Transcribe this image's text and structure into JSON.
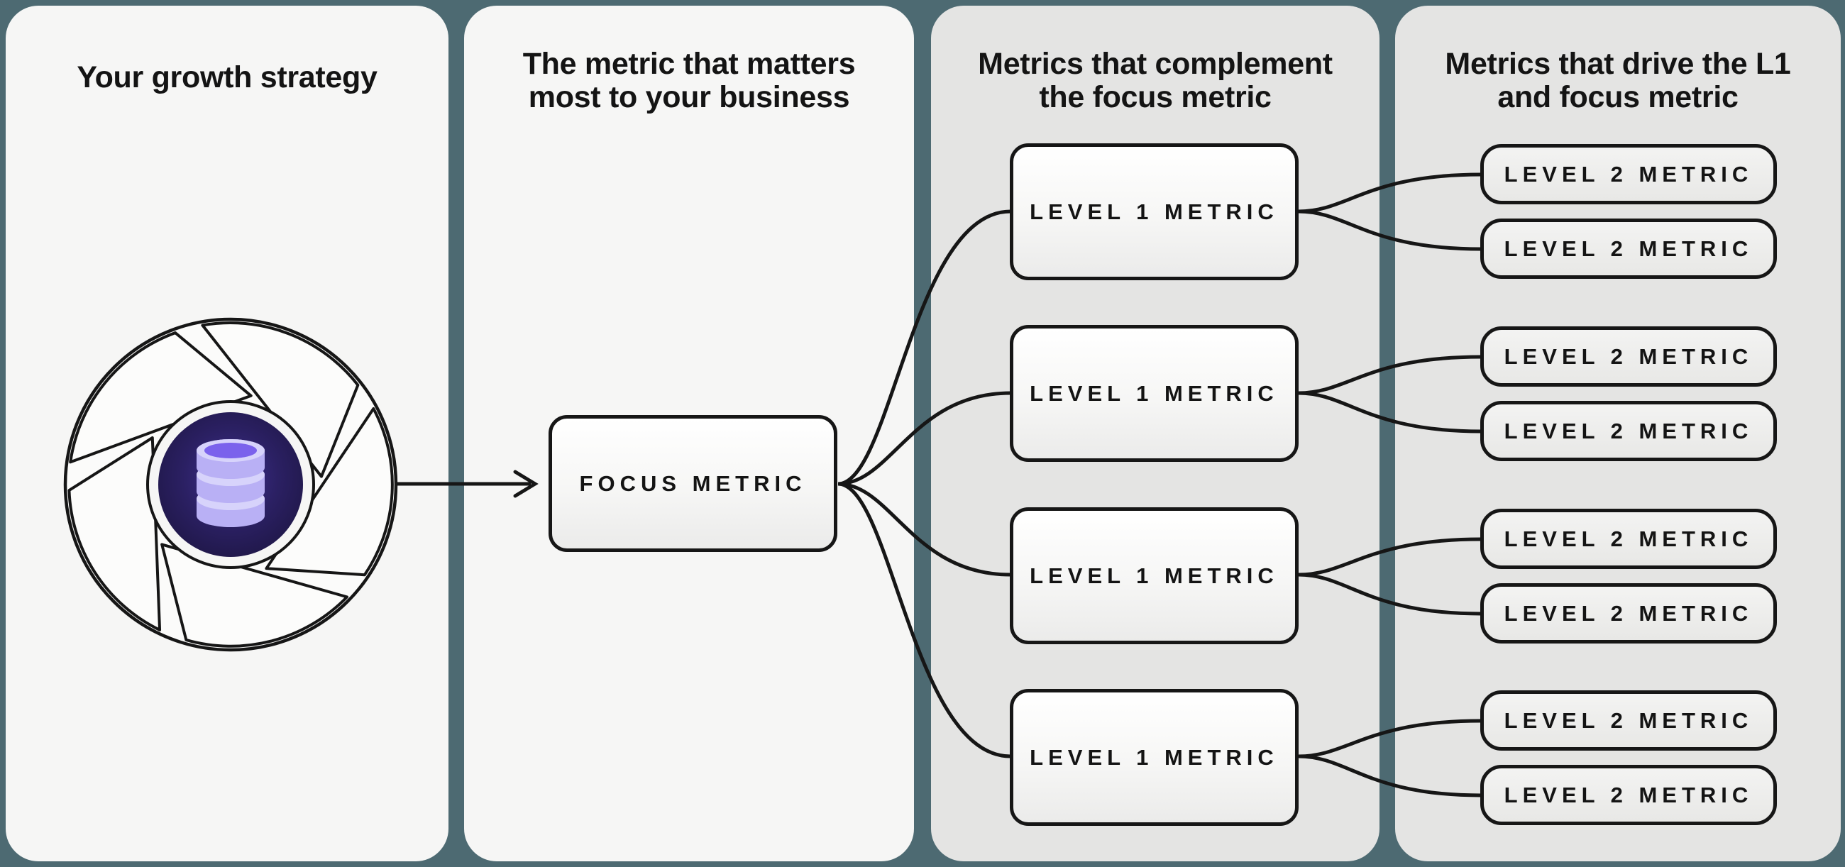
{
  "panels": [
    {
      "title": "Your growth strategy"
    },
    {
      "title": "The metric that matters\nmost to your business"
    },
    {
      "title": "Metrics that complement\nthe focus metric"
    },
    {
      "title": "Metrics that drive the L1\nand focus metric"
    }
  ],
  "nodes": {
    "focus": "FOCUS METRIC",
    "l1": [
      "LEVEL 1 METRIC",
      "LEVEL 1 METRIC",
      "LEVEL 1 METRIC",
      "LEVEL 1 METRIC"
    ],
    "l2": [
      "LEVEL 2 METRIC",
      "LEVEL 2 METRIC",
      "LEVEL 2 METRIC",
      "LEVEL 2 METRIC",
      "LEVEL 2 METRIC",
      "LEVEL 2 METRIC",
      "LEVEL 2 METRIC",
      "LEVEL 2 METRIC"
    ]
  },
  "icons": {
    "flywheel": "flywheel-database-icon"
  },
  "colors": {
    "background": "#4d6a72",
    "panel-light": "#f6f6f5",
    "panel-gray": "#e4e4e3",
    "stroke": "#161616",
    "text": "#141414",
    "node-fill-top": "#ffffff",
    "node-fill-bottom": "#ebebea",
    "l2-fill-top": "#f3f3f2",
    "l2-fill-bottom": "#e8e8e6",
    "hub-center": "#3e2f8e",
    "hub-edge": "#1f1747",
    "db-body": "#b9b0f5",
    "db-rim": "#d7d3fb",
    "db-top": "#7b62ec"
  }
}
